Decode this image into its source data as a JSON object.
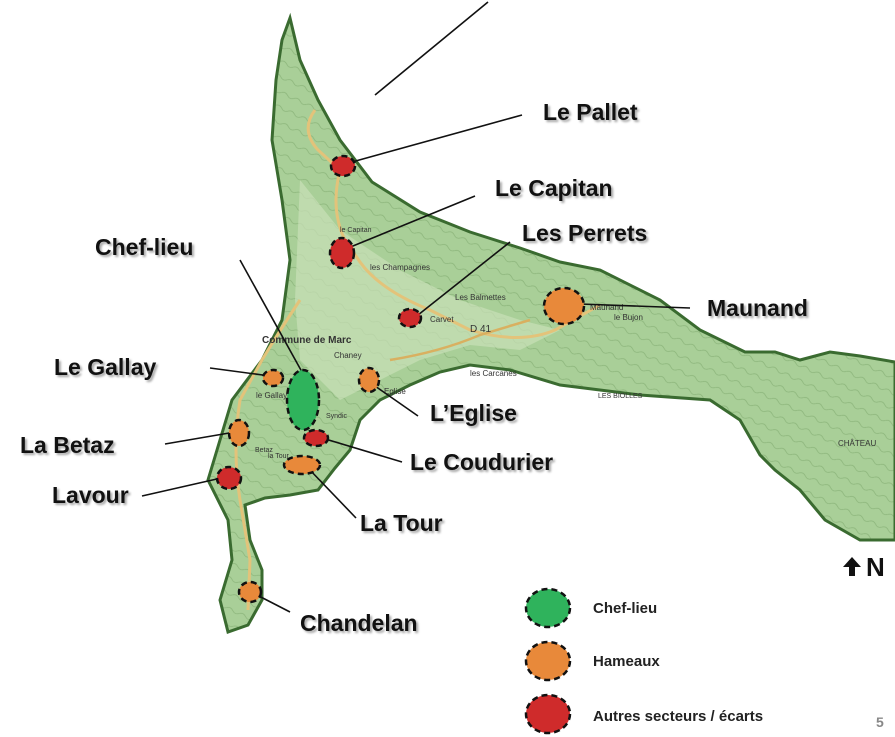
{
  "labels": {
    "le_pallet": "Le Pallet",
    "le_capitan": "Le Capitan",
    "les_perrets": "Les Perrets",
    "chef_lieu": "Chef-lieu",
    "maunand": "Maunand",
    "le_gallay": "Le Gallay",
    "la_betaz": "La Betaz",
    "lavour": "Lavour",
    "l_eglise": "L’Eglise",
    "le_coudurier": "Le Coudurier",
    "la_tour": "La Tour",
    "chandelan": "Chandelan"
  },
  "map_text": {
    "commune": "Commune de Marc",
    "chaney": "Chaney",
    "les_champagnes": "les Champagnes",
    "les_balmettes": "Les Balmettes",
    "carvet": "Carvet",
    "les_carcanes": "les Carcanes",
    "le_bujon": "le Bujon",
    "les_biolles": "LES BIOLLES",
    "chateau": "CHÂTEAU",
    "eglise": "Eglise",
    "syndic": "Syndic",
    "le_gallay_small": "le Gallay",
    "betaz_small": "Betaz",
    "la_tour_small": "la Tour",
    "maunand_small": "Maunand",
    "le_capitan_small": "le Capitan",
    "road_d41": "D 41"
  },
  "legend": {
    "chef_lieu": "Chef-lieu",
    "hameaux": "Hameaux",
    "autres": "Autres secteurs / écarts"
  },
  "north": "N",
  "page_number": "5",
  "colors": {
    "chef_lieu": "#2fb35c",
    "hameaux": "#e8893a",
    "autres": "#cf2b2b",
    "terrain": "#a9cf98"
  }
}
